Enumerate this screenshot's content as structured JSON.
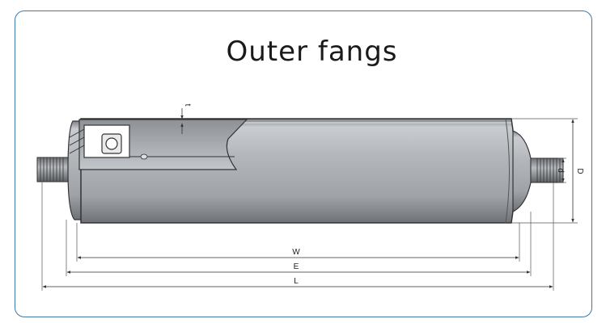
{
  "title": "Outer fangs",
  "dimensions": {
    "W": "W",
    "E": "E",
    "L": "L",
    "d": "d",
    "D": "D",
    "t": "t"
  },
  "colors": {
    "frame_border": "#3a78a8",
    "tube_mid": "#a9acb0",
    "line": "#3a3a3a"
  }
}
